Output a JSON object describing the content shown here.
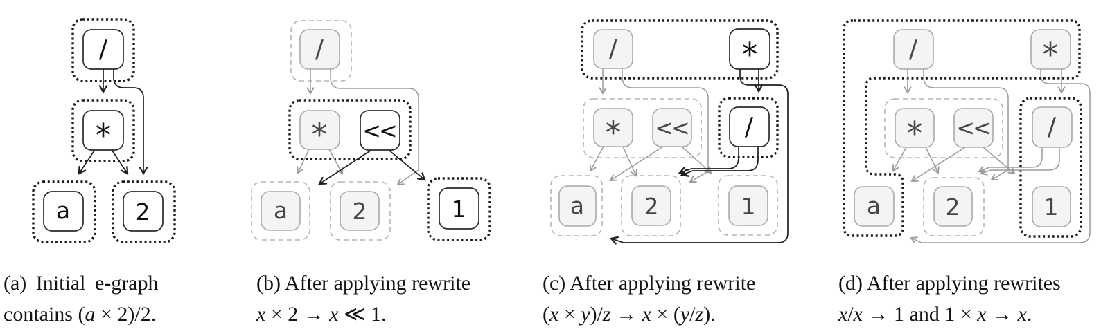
{
  "labels": {
    "div": "/",
    "mul": "*",
    "shl": "<<",
    "a": "a",
    "two": "2",
    "one": "1"
  },
  "captions": {
    "a": {
      "line1": [
        {
          "t": "(a) Initial e-graph"
        }
      ],
      "line2": [
        {
          "t": "contains ("
        },
        {
          "t": "a",
          "i": true
        },
        {
          "t": " × 2)/2."
        }
      ]
    },
    "b": {
      "line1": [
        {
          "t": "(b) After applying rewrite"
        }
      ],
      "line2": [
        {
          "t": "x",
          "i": true
        },
        {
          "t": " × 2 → "
        },
        {
          "t": "x",
          "i": true
        },
        {
          "t": " ≪ 1."
        }
      ]
    },
    "c": {
      "line1": [
        {
          "t": "(c) After applying rewrite"
        }
      ],
      "line2": [
        {
          "t": "("
        },
        {
          "t": "x",
          "i": true
        },
        {
          "t": " × "
        },
        {
          "t": "y",
          "i": true
        },
        {
          "t": ")/"
        },
        {
          "t": "z",
          "i": true
        },
        {
          "t": " → "
        },
        {
          "t": "x",
          "i": true
        },
        {
          "t": " × ("
        },
        {
          "t": "y",
          "i": true
        },
        {
          "t": "/"
        },
        {
          "t": "z",
          "i": true
        },
        {
          "t": ")."
        }
      ]
    },
    "d": {
      "line1": [
        {
          "t": "(d) After applying rewrites"
        }
      ],
      "line2": [
        {
          "t": "x",
          "i": true
        },
        {
          "t": "/"
        },
        {
          "t": "x",
          "i": true
        },
        {
          "t": " → 1 and 1 × "
        },
        {
          "t": "x",
          "i": true
        },
        {
          "t": " → "
        },
        {
          "t": "x",
          "i": true
        },
        {
          "t": "."
        }
      ]
    }
  },
  "colors": {
    "fresh_stroke": "#1c1c1c",
    "faded_stroke": "#a9a9a9",
    "class_dashed": "#b5b5b5",
    "node_fill_faded": "#f4f4f4",
    "node_fill_fresh": "#ffffff",
    "arrow_gray": "#9a9a9a",
    "arrow_black": "#1f1f1f",
    "label_faded": "#474747",
    "label_fresh": "#101010"
  }
}
